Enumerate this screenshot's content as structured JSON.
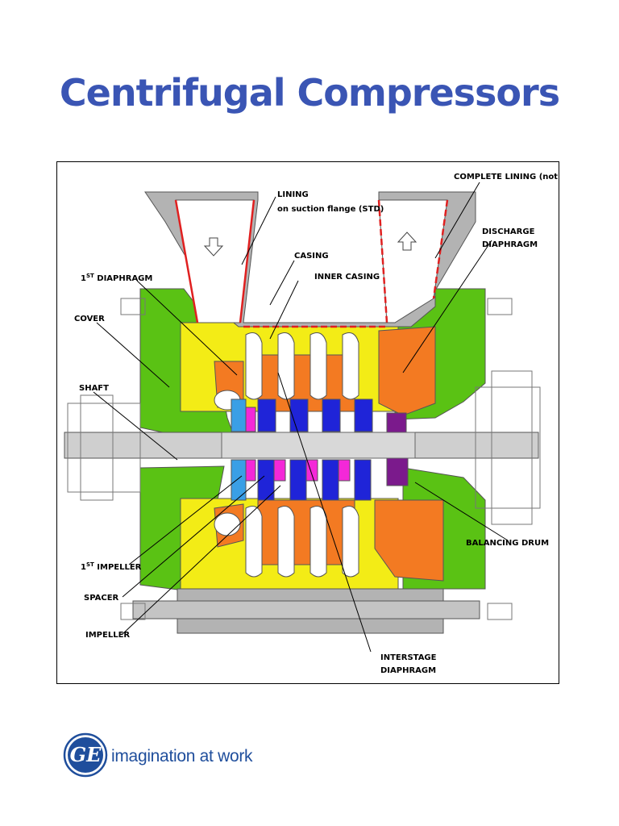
{
  "title": "Centrifugal Compressors",
  "colors": {
    "title": "#3a55b4",
    "green": "#5ac214",
    "yellow": "#f3ec16",
    "orange": "#f37a22",
    "blue": "#1f24d8",
    "magenta": "#f428d8",
    "lightblue": "#3a9fe6",
    "purple": "#7b1a8c",
    "grey": "#b3b3b3",
    "red": "#e02020",
    "ge_blue": "#1f4e9c"
  },
  "labels": {
    "lining_1": "LINING",
    "lining_2": "on suction flange (STD)",
    "complete_lining": "COMPLETE LINING (not STD)",
    "discharge_1": "DISCHARGE",
    "discharge_2": "DIAPHRAGM",
    "casing": "CASING",
    "inner_casing": "INNER CASING",
    "first_diaphragm_pre": "1",
    "first_diaphragm_sup": "ST",
    "first_diaphragm_post": " DIAPHRAGM",
    "cover": "COVER",
    "shaft": "SHAFT",
    "balancing_drum": "BALANCING DRUM",
    "first_impeller_pre": "1",
    "first_impeller_sup": "ST",
    "first_impeller_post": " IMPELLER",
    "spacer": "SPACER",
    "impeller": "IMPELLER",
    "interstage_1": "INTERSTAGE",
    "interstage_2": "DIAPHRAGM"
  },
  "logo": {
    "text": "GE",
    "tagline": "imagination at work"
  }
}
